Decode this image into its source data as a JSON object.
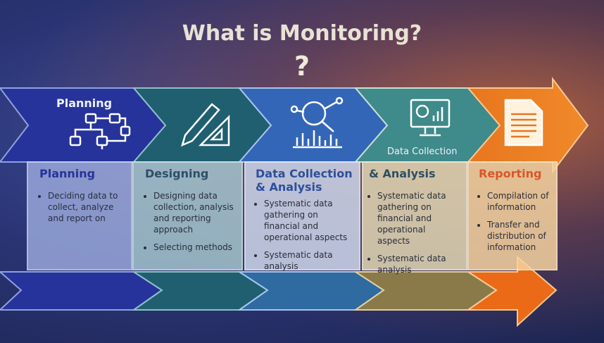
{
  "title": "What is Monitoring?",
  "question_mark": "?",
  "stages": [
    {
      "chevron_label": "Planning",
      "heading": "Planning",
      "bullets": [
        "Deciding data to collect, analyze and report on"
      ],
      "icon": "flowchart-icon",
      "color": "#26339a"
    },
    {
      "chevron_label": "",
      "heading": "Designing",
      "bullets": [
        "Designing data collection, analysis and reporting approach",
        "Selecting methods"
      ],
      "icon": "pencil-ruler-icon",
      "color": "#1f5f70"
    },
    {
      "chevron_label": "",
      "heading": "Data Collection & Analysis",
      "bullets": [
        "Systematic data gathering on financial and operational aspects",
        "Systematic data analysis"
      ],
      "icon": "data-analysis-icon",
      "color": "#3466b8"
    },
    {
      "chevron_label": "Data Collection",
      "heading": "& Analysis",
      "bullets": [
        "Systematic data gathering on financial and operational aspects",
        "Systematic data analysis"
      ],
      "icon": "monitor-chart-icon",
      "color": "#3f8a8a"
    },
    {
      "chevron_label": "",
      "heading": "Reporting",
      "bullets": [
        "Compilation of information",
        "Transfer and distribution of information"
      ],
      "icon": "document-icon",
      "color": "#e8761e"
    }
  ]
}
